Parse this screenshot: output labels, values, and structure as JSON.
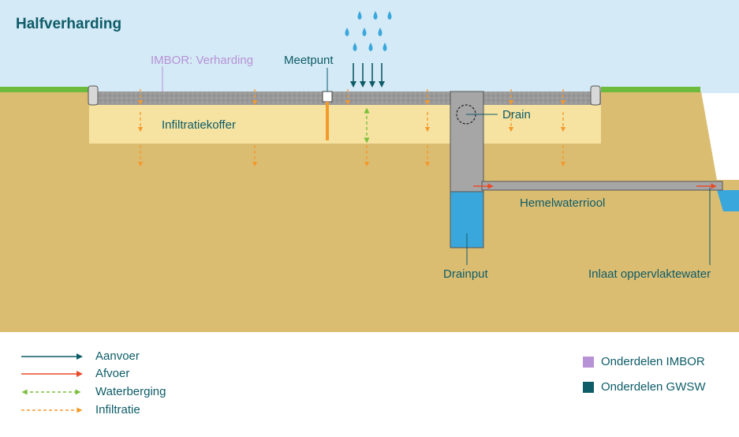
{
  "title": "Halfverharding",
  "labels": {
    "imbor_verharding": "IMBOR: Verharding",
    "meetpunt": "Meetpunt",
    "infiltratiekoffer": "Infiltratiekoffer",
    "drain": "Drain",
    "hemelwaterriool": "Hemelwaterriool",
    "drainput": "Drainput",
    "inlaat": "Inlaat oppervlaktewater"
  },
  "legend": {
    "aanvoer": "Aanvoer",
    "afvoer": "Afvoer",
    "waterberging": "Waterberging",
    "infiltratie": "Infiltratie",
    "onderdelen_imbor": "Onderdelen IMBOR",
    "onderdelen_gwsw": "Onderdelen GWSW"
  },
  "colors": {
    "sky": "#d4eaf6",
    "soil": "#dbbd72",
    "koffer": "#f6e3a2",
    "grass": "#6cbb3c",
    "pavement": "#9a9a9a",
    "concrete": "#a6a6a6",
    "water": "#3aa7dc",
    "teal": "#0d5c68",
    "orange": "#f39a2b",
    "red": "#e84b2a",
    "green": "#7cbf3c",
    "purple": "#b792d6"
  }
}
